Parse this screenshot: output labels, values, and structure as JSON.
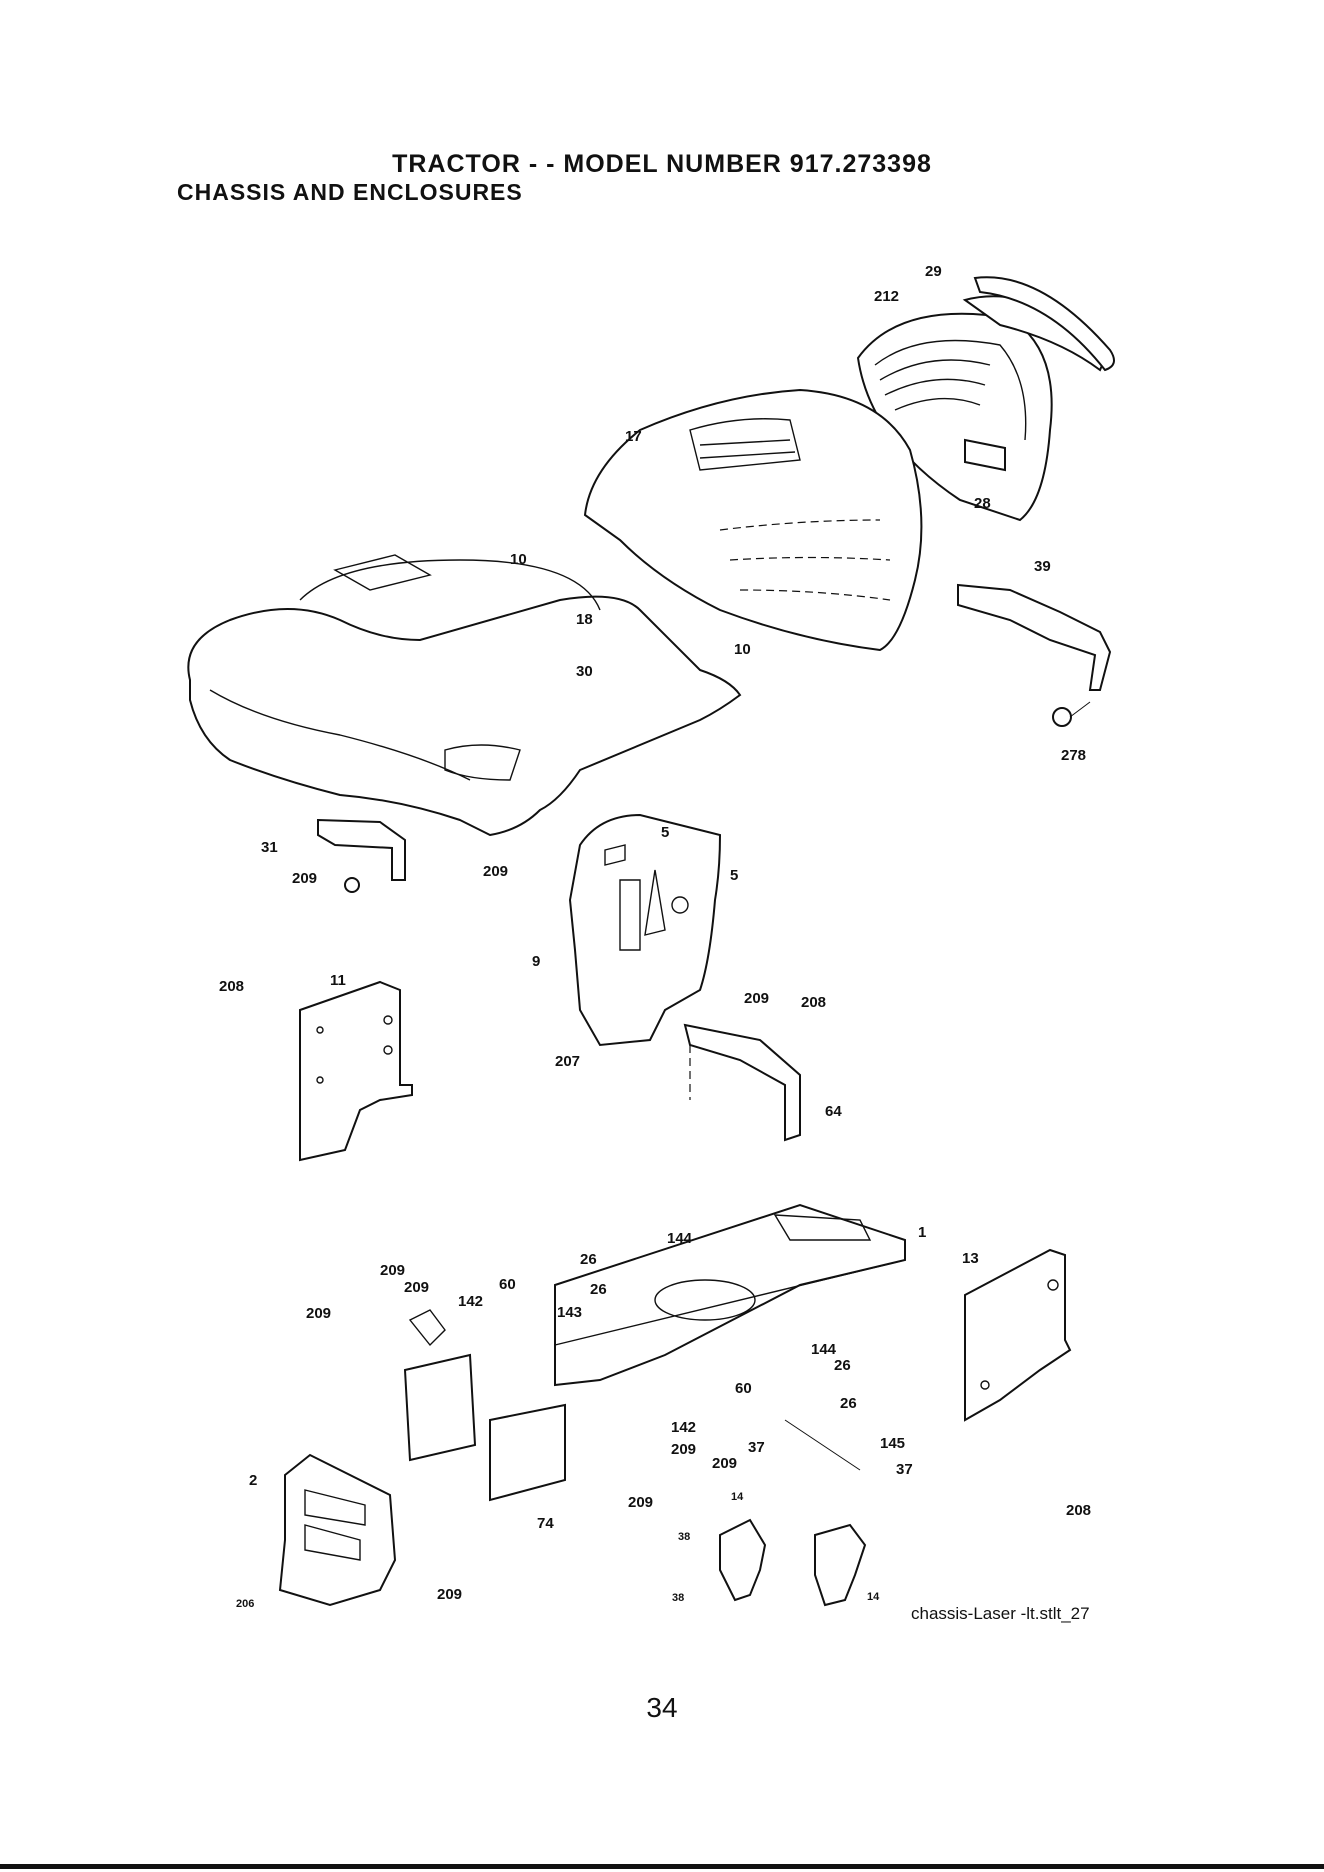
{
  "header": {
    "title": "TRACTOR - - MODEL NUMBER  917.273398",
    "subtitle": "CHASSIS AND ENCLOSURES"
  },
  "diagram": {
    "callouts": [
      "29",
      "212",
      "17",
      "28",
      "39",
      "278",
      "10",
      "18",
      "10",
      "30",
      "31",
      "209",
      "5",
      "5",
      "209",
      "9",
      "11",
      "208",
      "209",
      "208",
      "207",
      "64",
      "1",
      "144",
      "26",
      "26",
      "13",
      "209",
      "209",
      "209",
      "142",
      "60",
      "143",
      "144",
      "26",
      "60",
      "26",
      "142",
      "209",
      "209",
      "37",
      "145",
      "37",
      "209",
      "2",
      "74",
      "14",
      "38",
      "38",
      "14",
      "208",
      "206",
      "209"
    ],
    "drawing_id": "chassis-Laser -lt.stlt_27"
  },
  "footer": {
    "page_number": "34"
  }
}
